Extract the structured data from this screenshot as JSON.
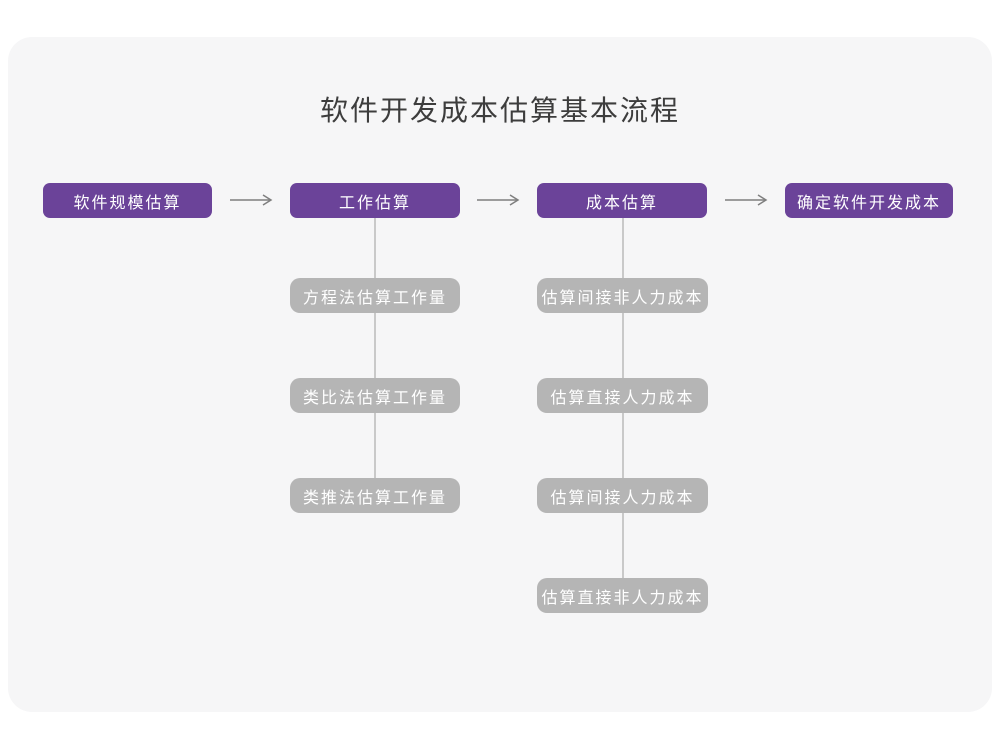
{
  "diagram": {
    "title": "软件开发成本估算基本流程",
    "main_flow": [
      {
        "label": "软件规模估算"
      },
      {
        "label": "工作估算"
      },
      {
        "label": "成本估算"
      },
      {
        "label": "确定软件开发成本"
      }
    ],
    "work_sub_steps": [
      "方程法估算工作量",
      "类比法估算工作量",
      "类推法估算工作量"
    ],
    "cost_sub_steps": [
      "估算间接非人力成本",
      "估算直接人力成本",
      "估算间接人力成本",
      "估算直接非人力成本"
    ],
    "colors": {
      "page_bg": "#ffffff",
      "canvas_bg": "#f6f6f7",
      "node_primary": "#6b4399",
      "node_secondary": "#b5b5b5",
      "node_text": "#ffffff",
      "title_text": "#3d3d3d",
      "connector_line": "#c9c9c9",
      "arrow": "#7f7f7f"
    }
  }
}
